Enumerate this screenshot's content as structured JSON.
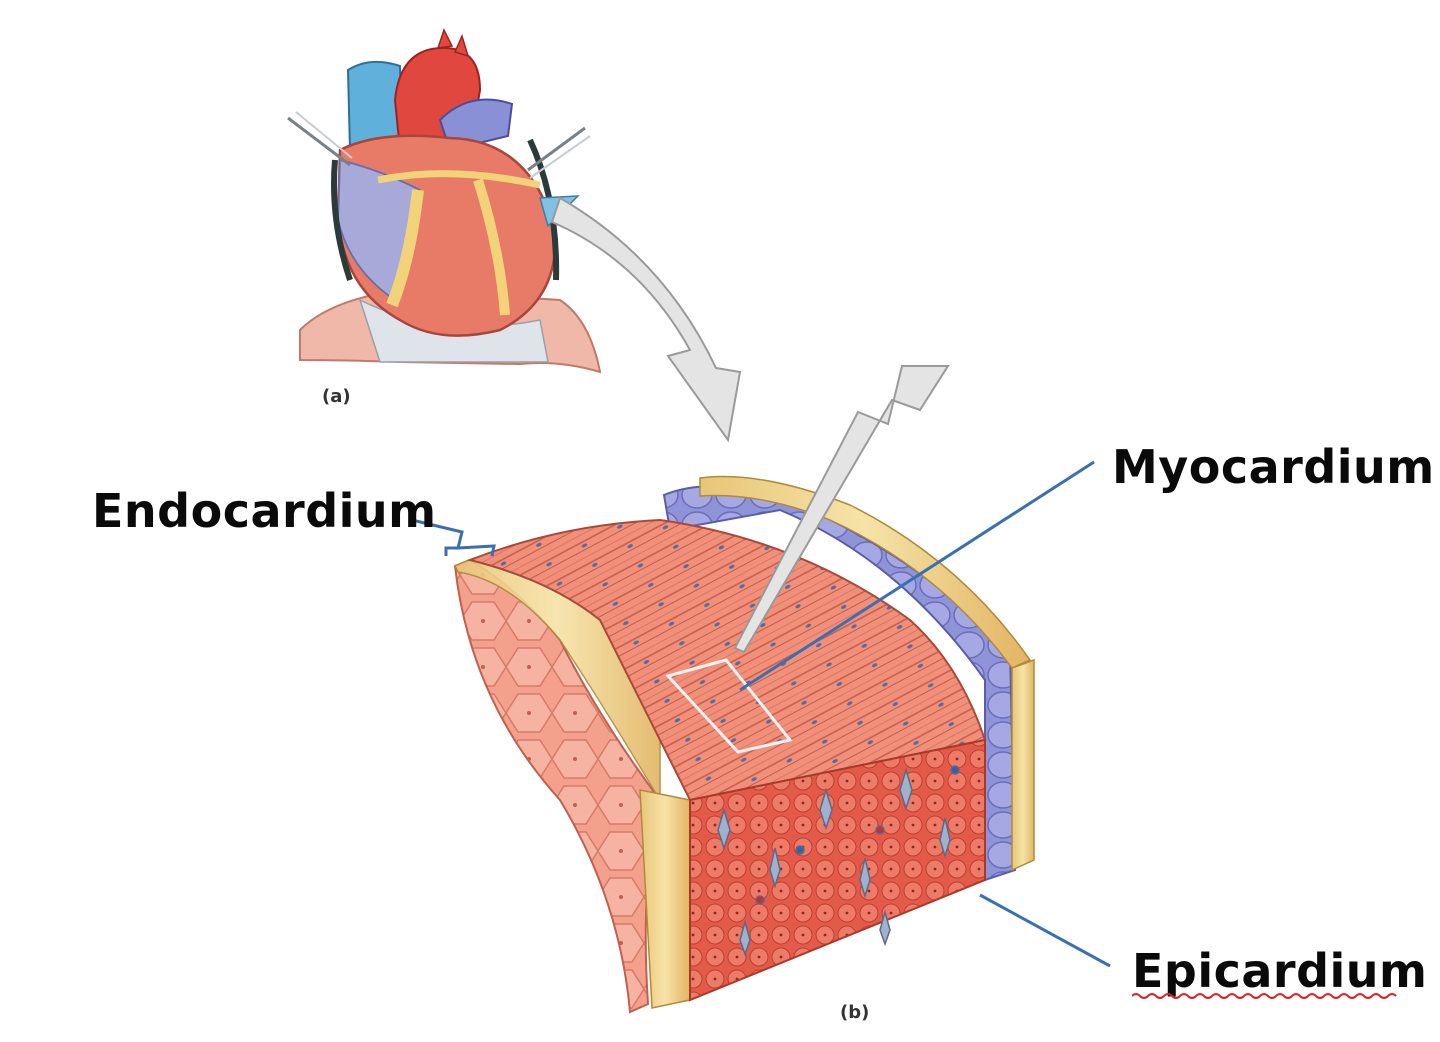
{
  "labels": {
    "endocardium": "Endocardium",
    "myocardium": "Myocardium",
    "epicardium": "Epicardium",
    "panel_a": "(a)",
    "panel_b": "(b)"
  },
  "colors": {
    "leader_line": "#3a6fb0",
    "muscle": "#e8735f",
    "muscle_light": "#f3a690",
    "fat": "#eccf83",
    "epithelium": "#8b8fd6",
    "vessel_blue": "#6fb7dc",
    "vessel_red": "#d63a3a",
    "spellcheck_underline": "#e02020"
  }
}
